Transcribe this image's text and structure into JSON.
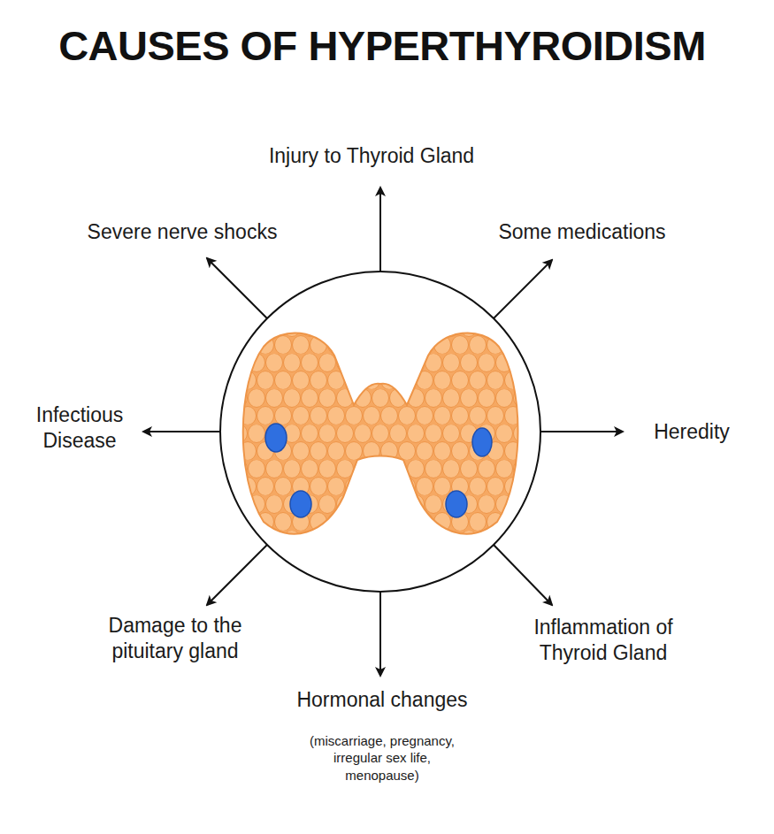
{
  "diagram": {
    "title": "CAUSES OF HYPERTHYROIDISM",
    "labels": [
      "Injury to Thyroid Gland",
      "Severe nerve shocks",
      "Some medications",
      "Infectious Disease",
      "Heredity",
      "Damage to the pituitary gland",
      "Inflammation of Thyroid Gland",
      "Hormonal changes",
      "(miscarriage, pregnancy, irregular sex life, menopause)"
    ]
  }
}
